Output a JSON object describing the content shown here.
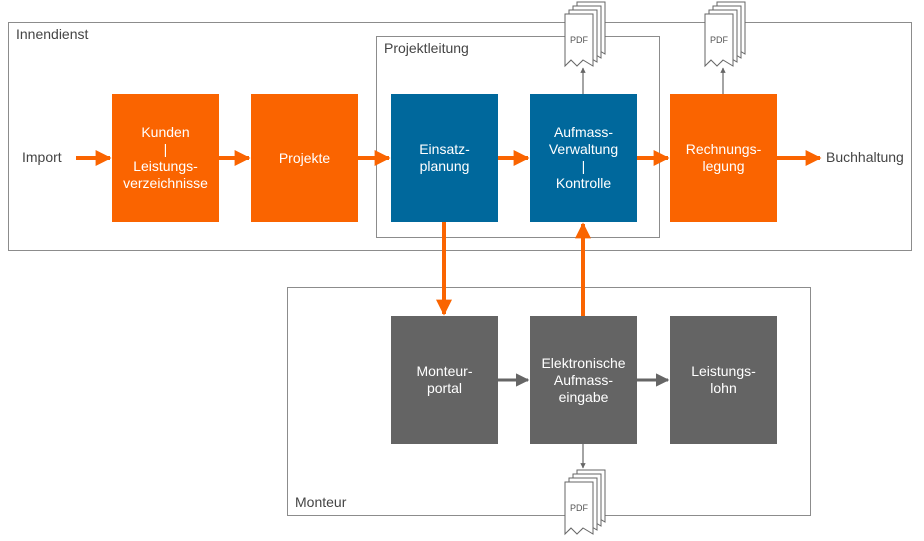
{
  "frames": {
    "innendienst": "Innendienst",
    "projektleitung": "Projektleitung",
    "monteur": "Monteur"
  },
  "external": {
    "import": "Import",
    "buchhaltung": "Buchhaltung"
  },
  "boxes": {
    "kunden": "Kunden\n|\nLeistungs-\nverzeichnisse",
    "projekte": "Projekte",
    "einsatzplanung": "Einsatz-\nplanung",
    "aufmass": "Aufmass-\nVerwaltung\n|\nKontrolle",
    "rechnungslegung": "Rechnungs-\nlegung",
    "monteurportal": "Monteur-\nportal",
    "aufmasseingabe": "Elektronische\nAufmass-\neingabe",
    "leistungslohn": "Leistungs-\nlohn"
  },
  "pdf_label": "PDF",
  "colors": {
    "orange": "#fa6400",
    "blue": "#00689c",
    "gray": "#646464",
    "frame": "#8c8c8c",
    "arrow_gray": "#666666"
  }
}
